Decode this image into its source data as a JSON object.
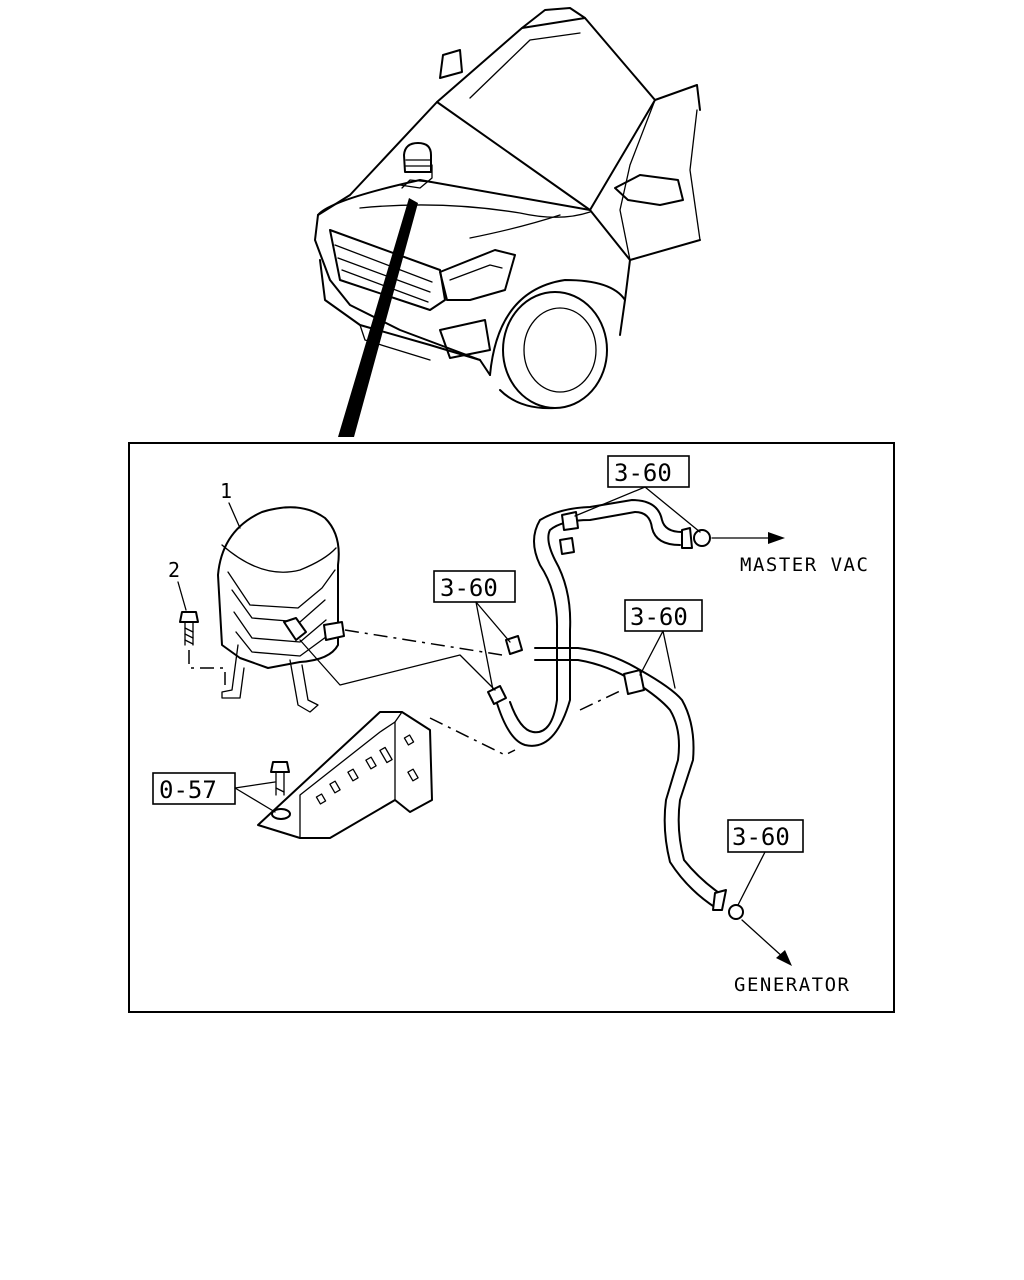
{
  "diagram": {
    "part_numbers": {
      "reservoir": "1",
      "bolt": "2"
    },
    "reference_codes": {
      "hose_top": "3-60",
      "clip_middle": "3-60",
      "hose_right": "3-60",
      "hose_end": "3-60",
      "bracket_bolts": "0-57"
    },
    "destinations": {
      "master_vac": "MASTER VAC",
      "generator": "GENERATOR"
    }
  }
}
